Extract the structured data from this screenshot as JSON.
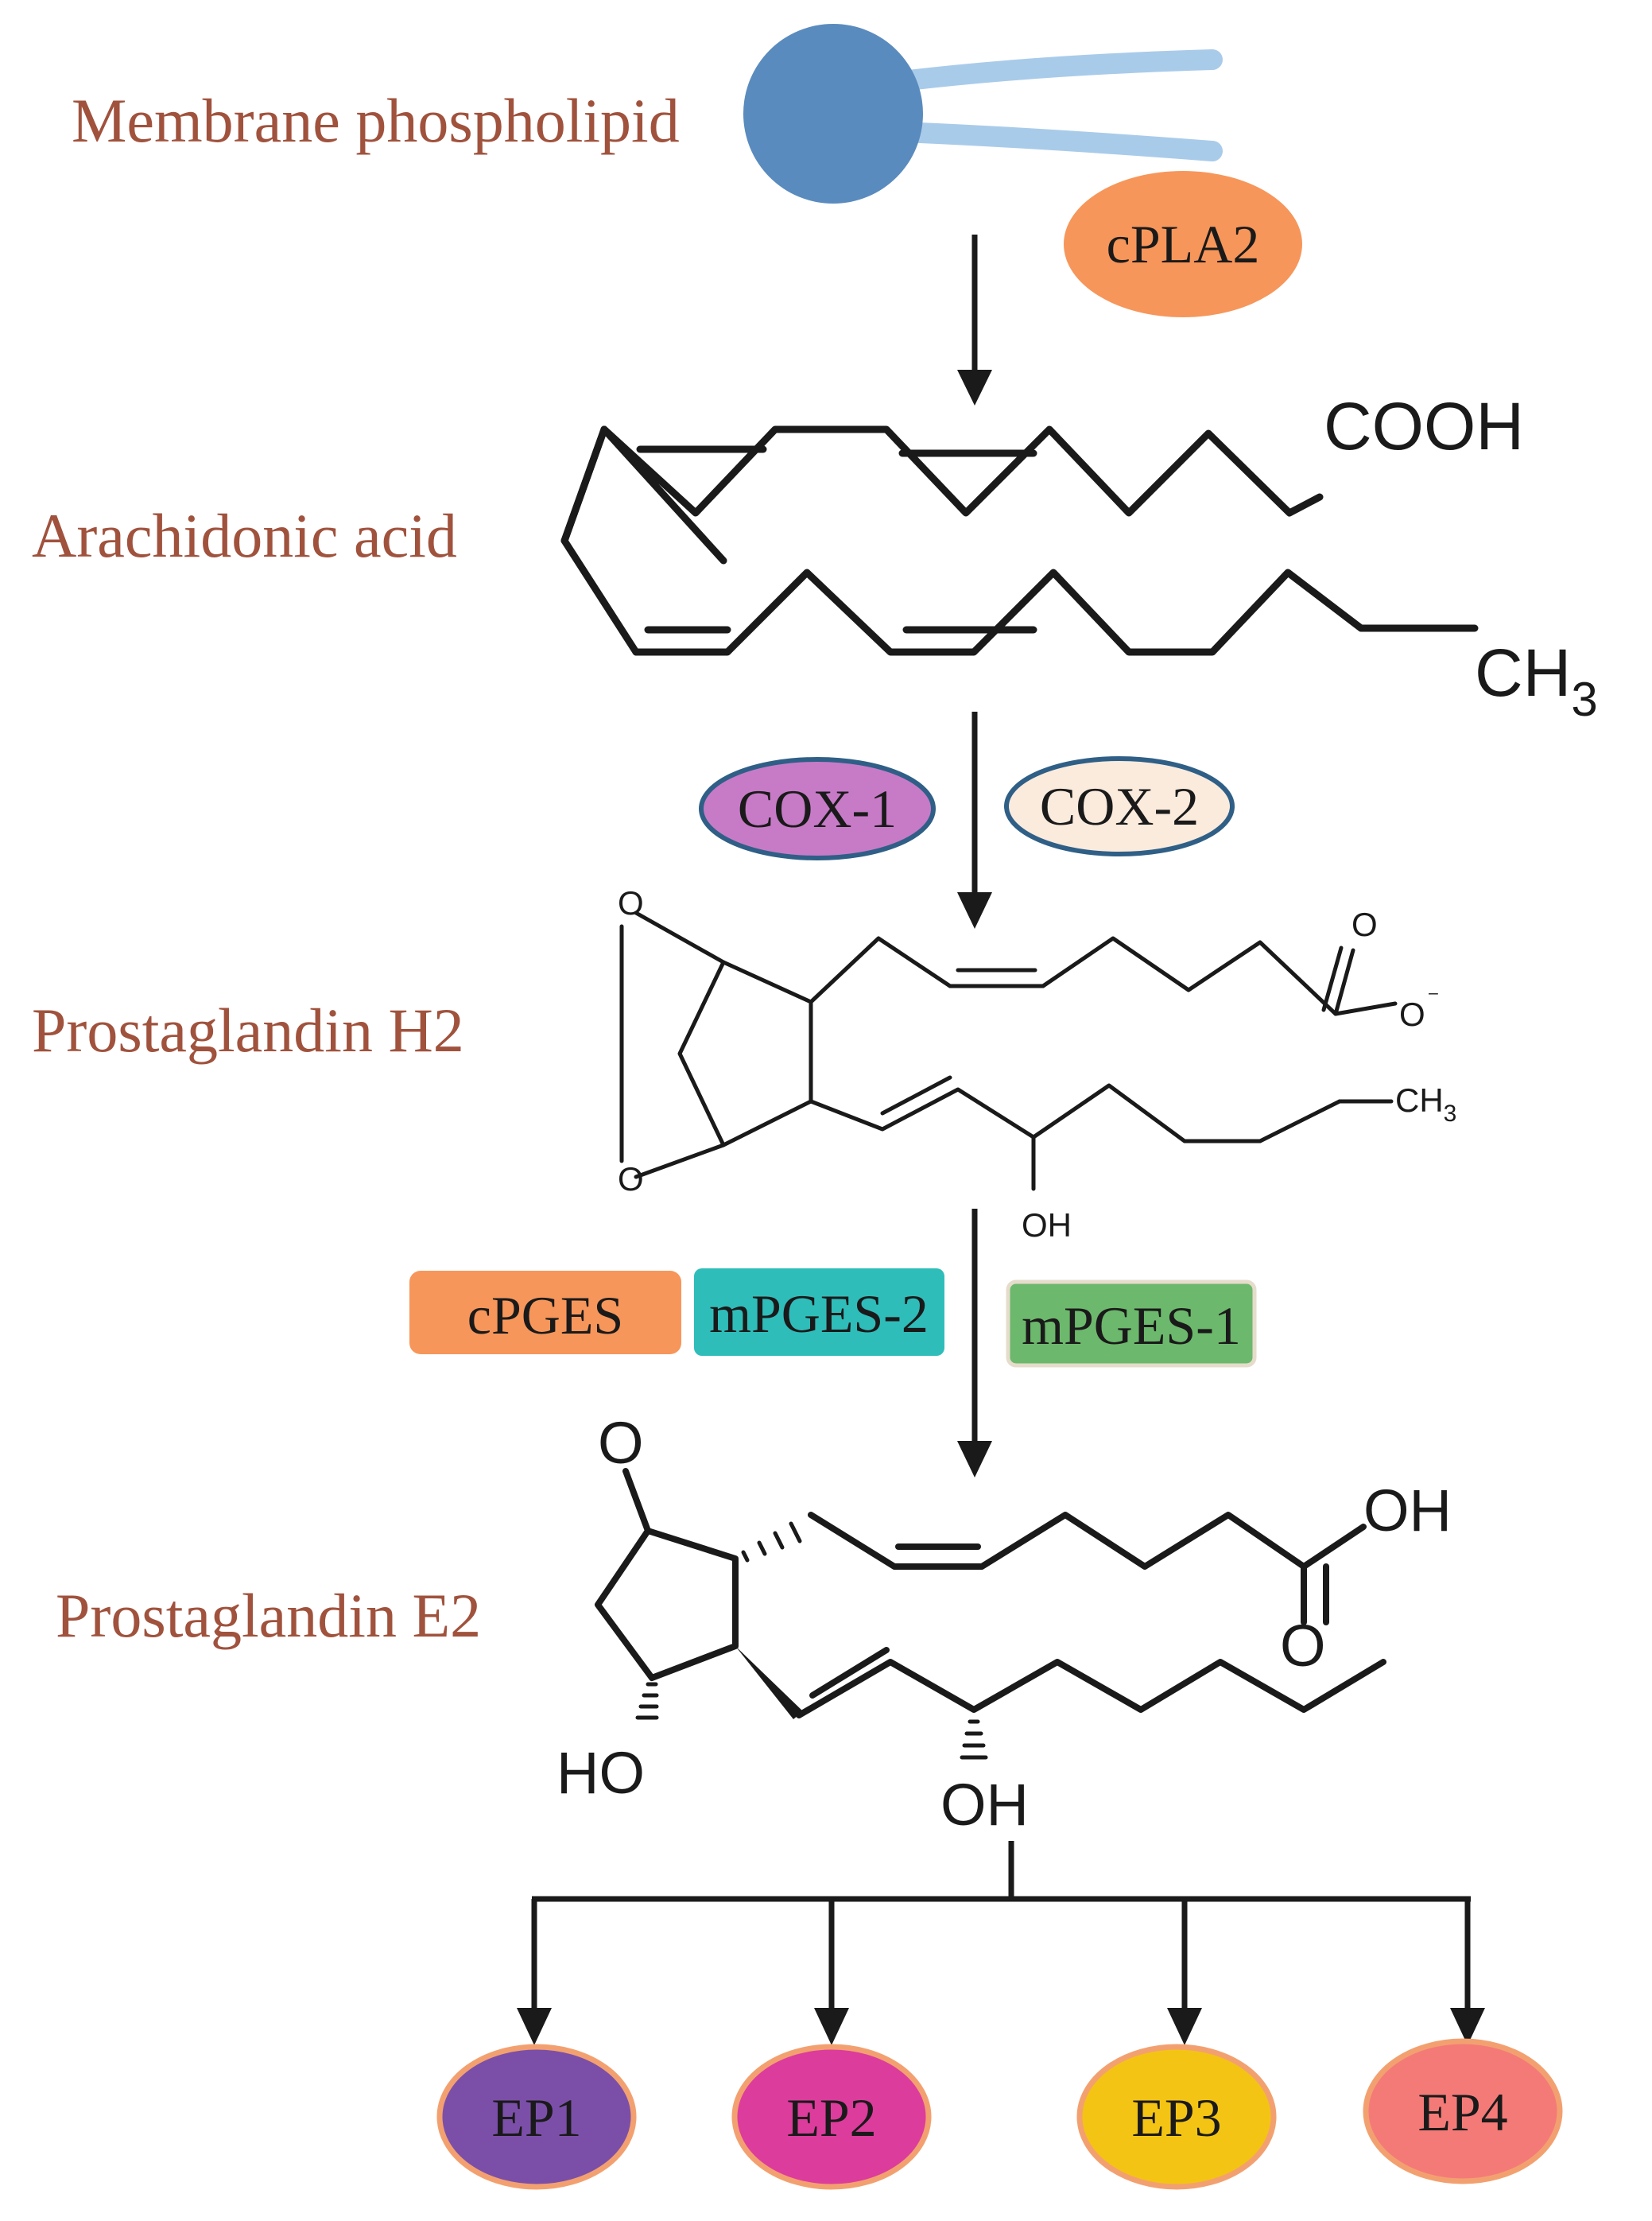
{
  "stages": {
    "membrane": "Membrane phospholipid",
    "arachidonic": "Arachidonic acid",
    "pgh2": "Prostaglandin H2",
    "pge2": "Prostaglandin E2"
  },
  "enzymes": {
    "cpla2": "cPLA2",
    "cox1": "COX-1",
    "cox2": "COX-2",
    "cpges": "cPGES",
    "mpges2": "mPGES-2",
    "mpges1": "mPGES-1"
  },
  "receptors": [
    "EP1",
    "EP2",
    "EP3",
    "EP4"
  ],
  "chem": {
    "aa_cooh": "COOH",
    "aa_ch3": "CH",
    "aa_ch3_sub": "3",
    "pgh2_o_top": "O",
    "pgh2_o_bottom": "O",
    "pgh2_keto_o": "O",
    "pgh2_acid_o": "O",
    "pgh2_ch3": "CH",
    "pgh2_ch3_sub": "3",
    "pgh2_oh": "OH",
    "pge2_keto_o": "O",
    "pge2_acid_oh": "OH",
    "pge2_acid_o": "O",
    "pge2_ho": "HO",
    "pge2_oh": "OH"
  },
  "colors": {
    "label_text": "#A0523D",
    "cpla2": "#F7965A",
    "cox1": "#C77BC7",
    "cox2": "#FBEBDD",
    "cox_border": "#2F5F86",
    "cpges": "#F7965A",
    "mpges2": "#2FBDBA",
    "mpges1": "#6CB86C",
    "ep1": "#7B4FA8",
    "ep2": "#DC3C9C",
    "ep3": "#F4C414",
    "ep4": "#F47A78",
    "ep_border": "#F3A070",
    "phospholipid": "#5A8BBE",
    "tails": "#A9CBEA"
  }
}
